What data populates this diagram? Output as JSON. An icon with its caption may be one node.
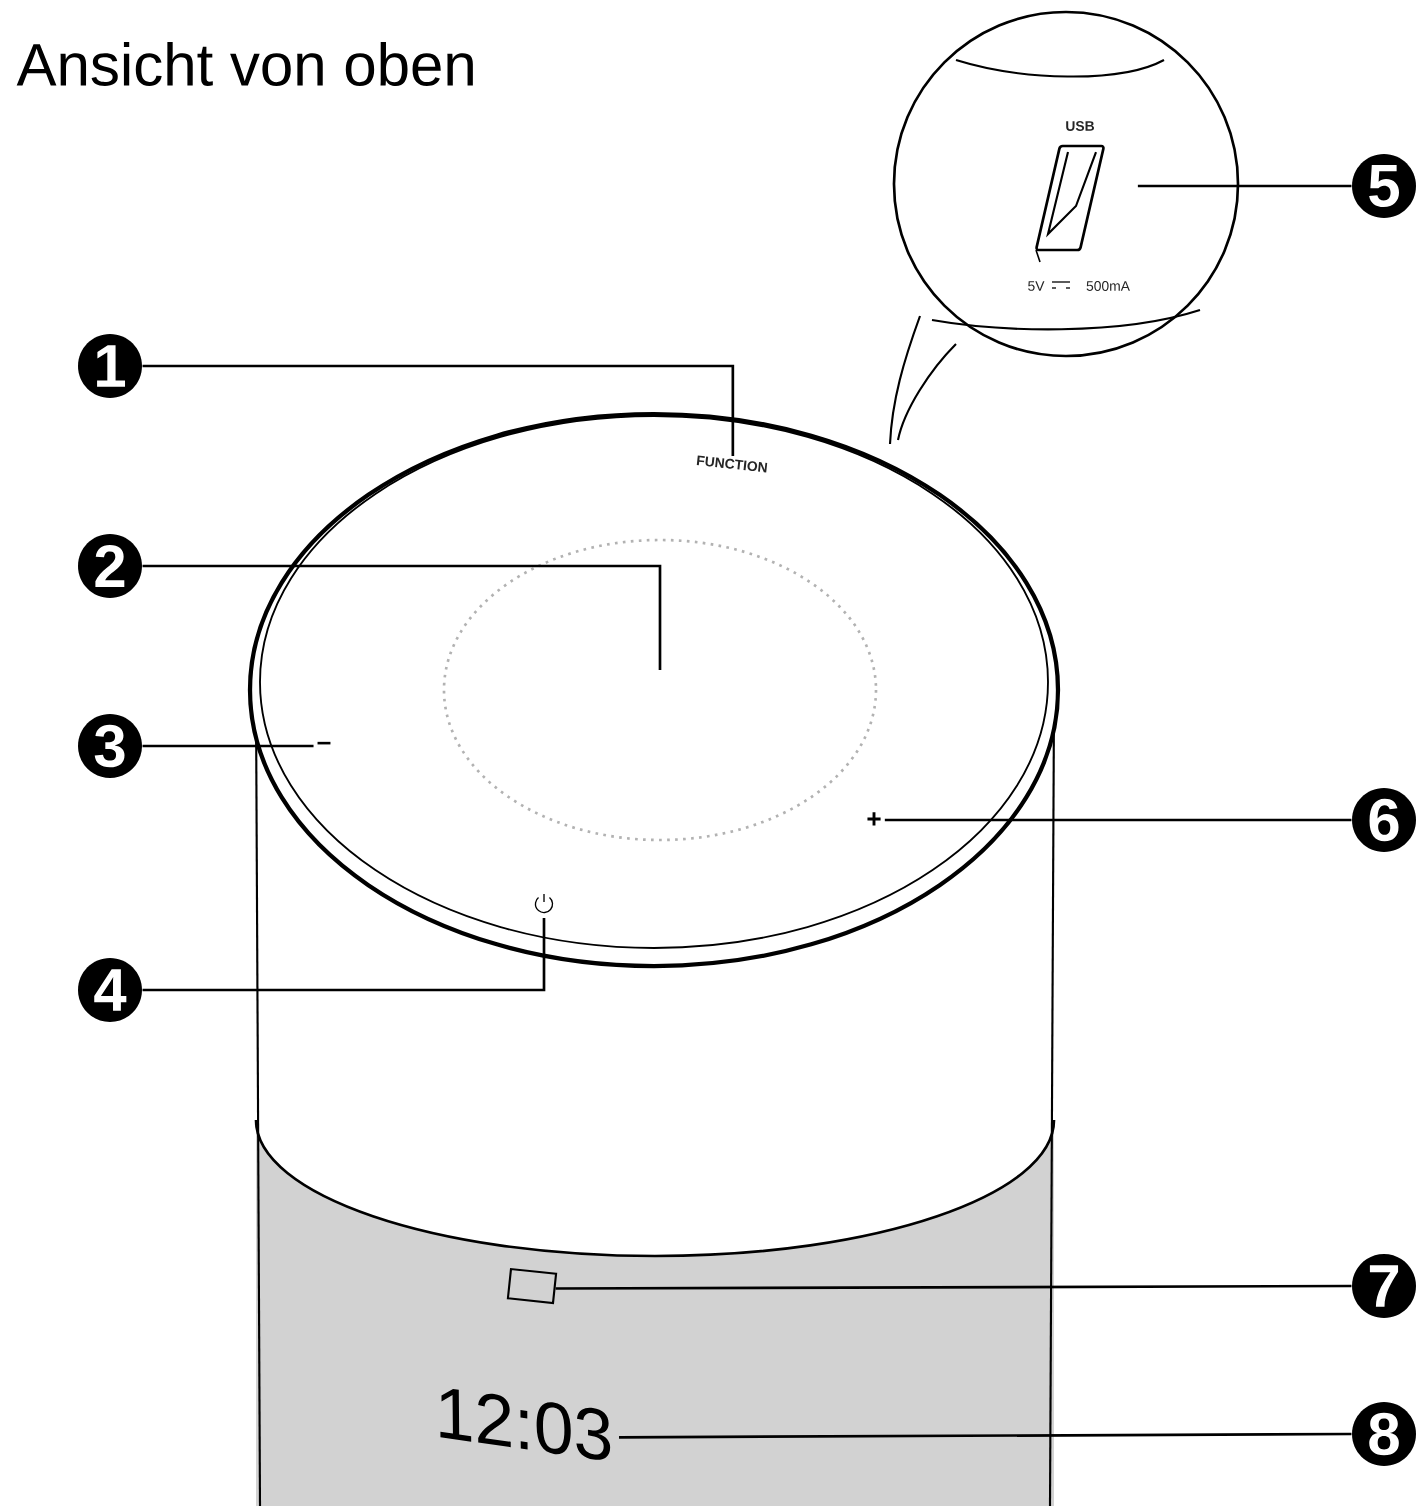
{
  "diagram": {
    "title": "Ansicht von oben",
    "nodes": [
      {
        "text": [
          "1"
        ]
      },
      {
        "text": [
          "FUNCTION"
        ]
      },
      {
        "text": [
          "2"
        ]
      },
      {
        "text": [
          "3"
        ]
      },
      {
        "text": [
          "–"
        ]
      },
      {
        "text": [
          "4"
        ]
      },
      {
        "text": [],
        "shape": "symbol"
      },
      {
        "text": [
          "5"
        ]
      },
      {
        "text": [
          "USB",
          "5V",
          "500mA"
        ]
      },
      {
        "text": [
          "6"
        ]
      },
      {
        "text": [
          "+"
        ]
      },
      {
        "text": [
          "7"
        ]
      },
      {
        "text": [],
        "shape": "box"
      },
      {
        "text": [
          "8"
        ]
      },
      {
        "text": [
          "12:03"
        ]
      }
    ],
    "edges": [
      {
        "from": 0,
        "to": 1,
        "arrow": "none"
      },
      {
        "from": 2,
        "to": null,
        "arrow": "none"
      },
      {
        "from": 3,
        "to": 4,
        "arrow": "none"
      },
      {
        "from": 5,
        "to": 6,
        "arrow": "none"
      },
      {
        "from": 7,
        "to": 8,
        "arrow": "none"
      },
      {
        "from": 9,
        "to": 10,
        "arrow": "none"
      },
      {
        "from": 11,
        "to": 12,
        "arrow": "none"
      },
      {
        "from": 13,
        "to": 14,
        "arrow": "none"
      }
    ]
  }
}
